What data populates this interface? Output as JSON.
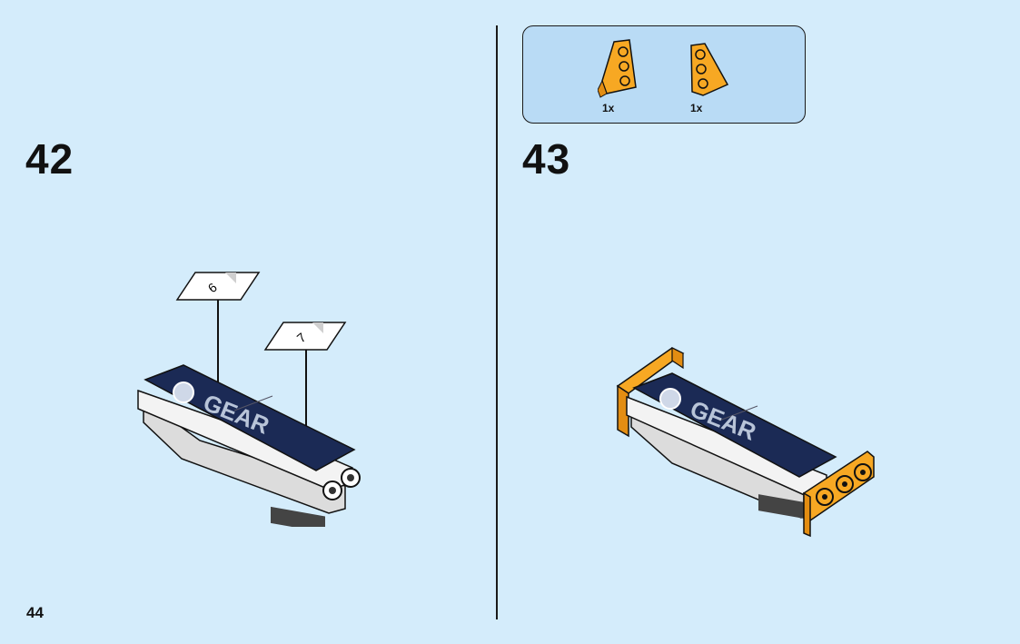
{
  "page_number": "44",
  "steps": [
    {
      "number": "42",
      "sticker_callouts": [
        "6",
        "7"
      ]
    },
    {
      "number": "43",
      "parts_list": [
        {
          "qty": "1x",
          "name": "wedge-plate-left"
        },
        {
          "qty": "1x",
          "name": "wedge-plate-right"
        }
      ]
    }
  ],
  "sticker_text": "GEAR",
  "colors": {
    "background": "#d4ecfb",
    "parts_box": "#b9dbf5",
    "orange": "#f7a823",
    "navy": "#1b2a55",
    "white": "#ffffff"
  }
}
